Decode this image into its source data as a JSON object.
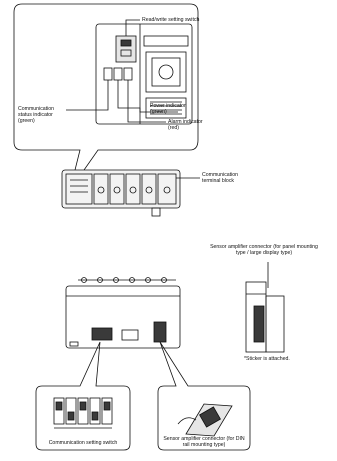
{
  "top_callout": {
    "read_write_switch": "Read/write setting switch",
    "comm_status_indicator": "Communication status indicator (green)",
    "power_indicator": "Power indicator (green)",
    "alarm_indicator": "Alarm indicator (red)",
    "comm_terminal_block": "Communication terminal block"
  },
  "bottom_section": {
    "sensor_amp_connector_panel": "Sensor amplifier connector (for panel mounting type / large display type)",
    "sticker_note": "*Sticker is attached.",
    "comm_setting_switch": "Communication setting switch",
    "sensor_amp_connector_din": "Sensor amplifier connector (for DIN rail mounting type)"
  },
  "colors": {
    "line": "#111111",
    "fill_light": "#e6e6e6",
    "fill_dark": "#3a3a3a"
  }
}
